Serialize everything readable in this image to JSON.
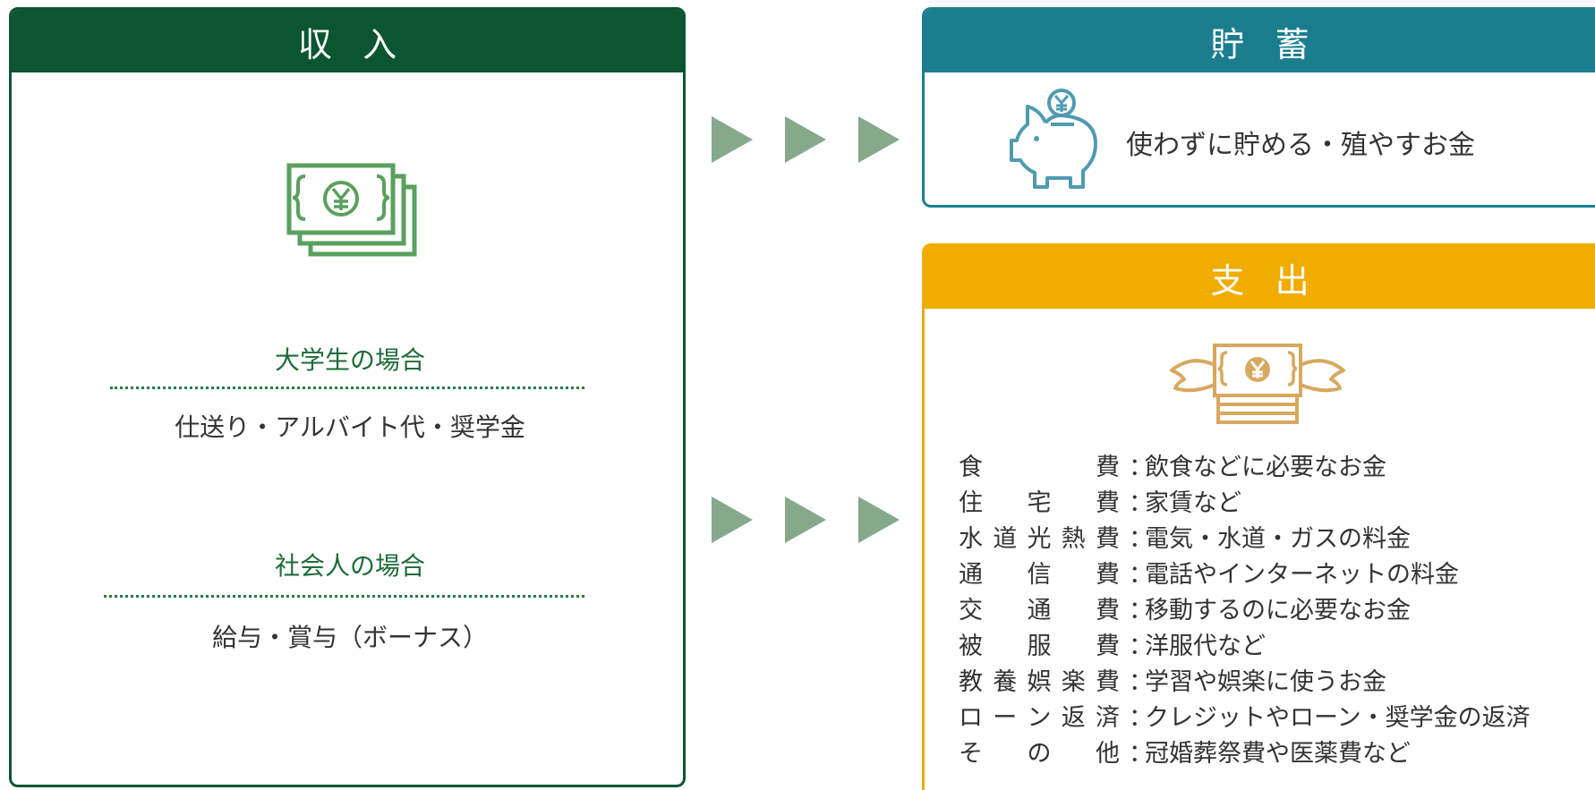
{
  "income": {
    "title": "収入",
    "icon": "yen-banknote-stack-icon",
    "student": {
      "title": "大学生の場合",
      "text": "仕送り・アルバイト代・奨学金"
    },
    "worker": {
      "title": "社会人の場合",
      "text": "給与・賞与（ボーナス）"
    }
  },
  "savings": {
    "title": "貯蓄",
    "icon": "piggy-bank-yen-icon",
    "text": "使わずに貯める・殖やすお金"
  },
  "expense": {
    "title": "支出",
    "icon": "flying-yen-banknote-icon",
    "items": [
      {
        "label": "食費",
        "desc": "飲食などに必要なお金"
      },
      {
        "label": "住宅費",
        "desc": "家賃など"
      },
      {
        "label": "水道光熱費",
        "desc": "電気・水道・ガスの料金"
      },
      {
        "label": "通信費",
        "desc": "電話やインターネットの料金"
      },
      {
        "label": "交通費",
        "desc": "移動するのに必要なお金"
      },
      {
        "label": "被服費",
        "desc": "洋服代など"
      },
      {
        "label": "教養娯楽費",
        "desc": "学習や娯楽に使うお金"
      },
      {
        "label": "ローン返済",
        "desc": "クレジットやローン・奨学金の返済"
      },
      {
        "label": "その他",
        "desc": "冠婚葬祭費や医薬費など"
      }
    ]
  },
  "colors": {
    "income": "#0b5530",
    "savings": "#1b7e8f",
    "expense": "#f0ac00",
    "arrow": "#86a98c"
  }
}
